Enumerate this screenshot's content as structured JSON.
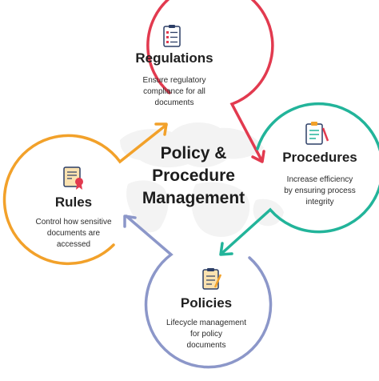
{
  "center": {
    "title_lines": [
      "Policy &",
      "Procedure",
      "Management"
    ]
  },
  "nodes": {
    "regulations": {
      "title": "Regulations",
      "desc_lines": [
        "Ensure regulatory",
        "compliance for all",
        "documents"
      ],
      "color": "#e23a4f",
      "icon": "checklist-icon"
    },
    "procedures": {
      "title": "Procedures",
      "desc_lines": [
        "Increase efficiency",
        "by ensuring process",
        "integrity"
      ],
      "color": "#22b49a",
      "icon": "clipboard-icon"
    },
    "policies": {
      "title": "Policies",
      "desc_lines": [
        "Lifecycle management",
        "for policy",
        "documents"
      ],
      "color": "#8c97c9",
      "icon": "document-pencil-icon"
    },
    "rules": {
      "title": "Rules",
      "desc_lines": [
        "Control how sensitive",
        "documents are",
        "accessed"
      ],
      "color": "#f2a12a",
      "icon": "certificate-icon"
    }
  }
}
